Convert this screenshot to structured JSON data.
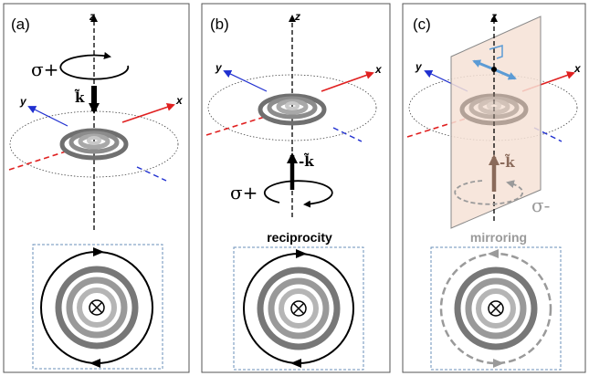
{
  "panels": [
    {
      "label": "(a)",
      "axis_z": "z",
      "axis_x": "x",
      "axis_y": "y",
      "wavevector_label": "k̃",
      "polarization_label": "σ+"
    },
    {
      "label": "(b)",
      "axis_z": "z",
      "axis_x": "x",
      "axis_y": "y",
      "wavevector_label": "-k̃",
      "polarization_label": "σ+",
      "caption": "reciprocity"
    },
    {
      "label": "(c)",
      "axis_z": "z",
      "axis_x": "x",
      "axis_y": "y",
      "wavevector_label": "-k̃",
      "polarization_label": "σ-",
      "caption": "mirroring"
    }
  ],
  "colors": {
    "x_axis": "#e02020",
    "y_axis": "#2030d0",
    "mirror_plane": "#f6e2d6",
    "mirror_arrow": "#5b9bd5",
    "inset_border": "#6a8fb8",
    "mirrored_gray": "#9a9a9a",
    "mirrored_arrow": "#8a6a5a"
  }
}
